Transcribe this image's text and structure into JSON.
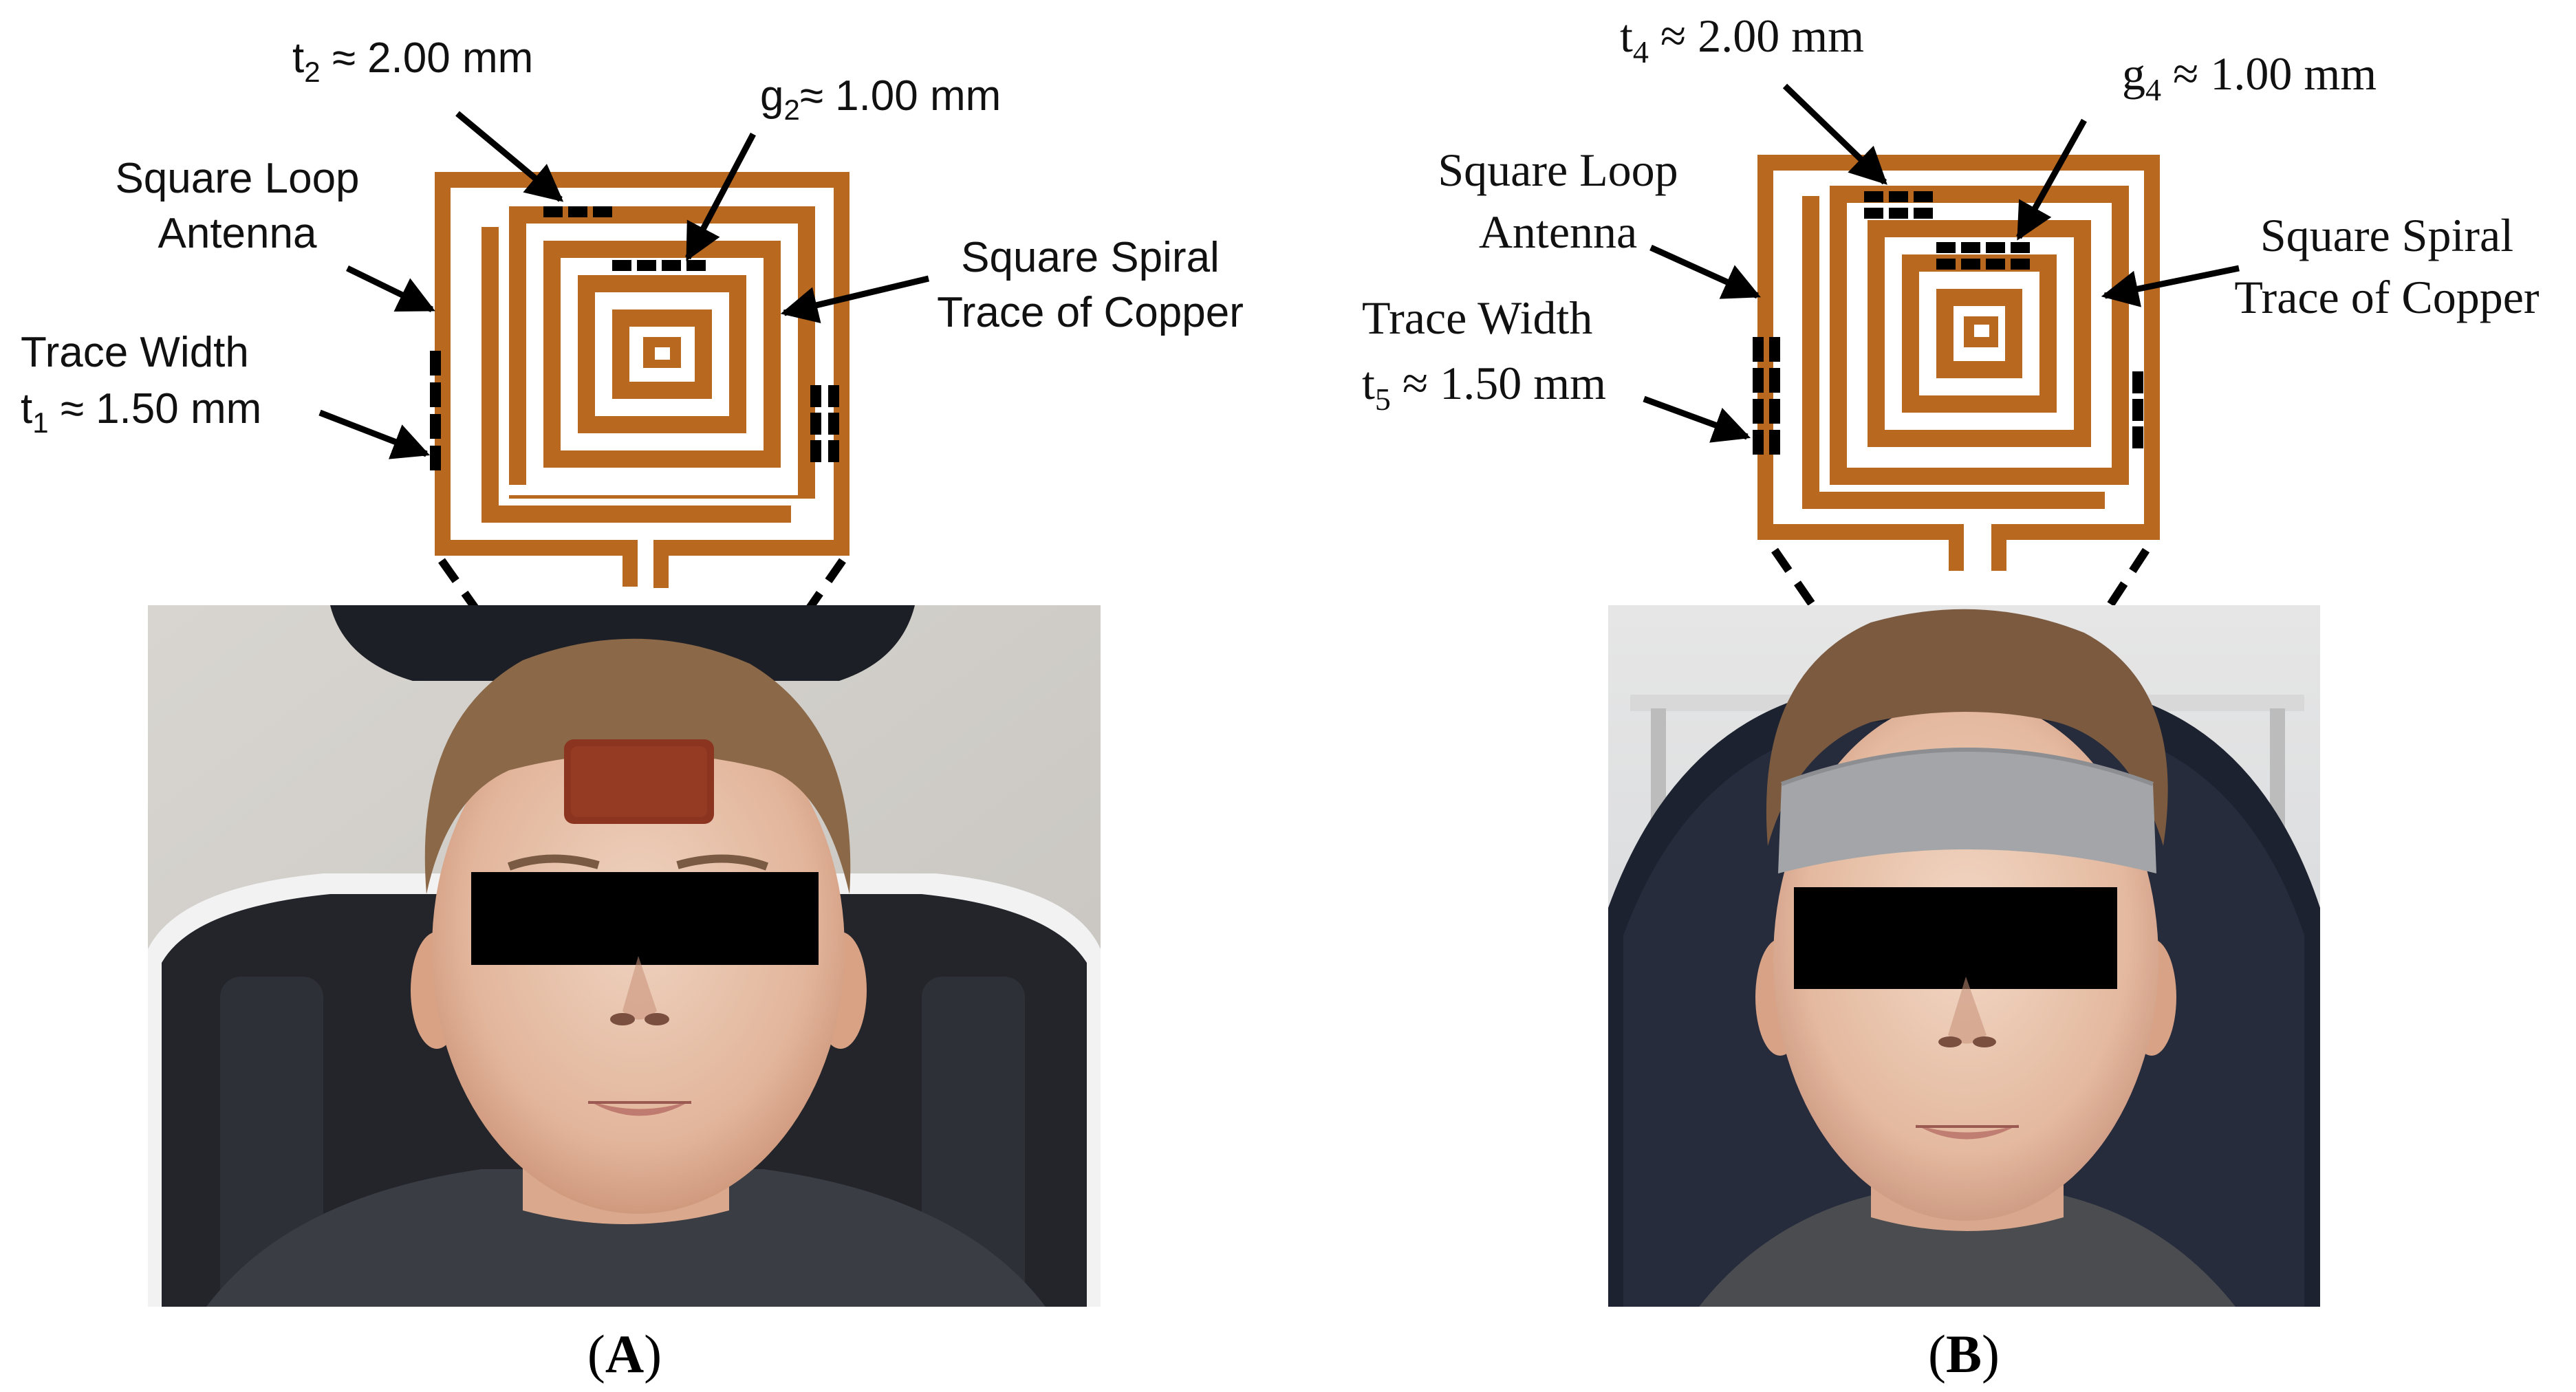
{
  "panel_a": {
    "caption": {
      "open": "(",
      "letter": "A",
      "close": ")"
    },
    "annotations": {
      "t2": {
        "sym": "t",
        "sub": "2",
        "val": " ≈ 2.00 mm"
      },
      "g2": {
        "sym": "g",
        "sub": "2",
        "val": "≈ 1.00 mm"
      },
      "loop_line1": "Square Loop",
      "loop_line2": "Antenna",
      "spiral_line1": "Square Spiral",
      "spiral_line2": "Trace of Copper",
      "trace_width": "Trace Width",
      "t1": {
        "sym": "t",
        "sub": "1",
        "val": " ≈ 1.50 mm"
      }
    }
  },
  "panel_b": {
    "caption": {
      "open": "(",
      "letter": "B",
      "close": ")"
    },
    "annotations": {
      "t4": {
        "sym": "t",
        "sub": "4",
        "val": " ≈ 2.00 mm"
      },
      "g4": {
        "sym": "g",
        "sub": "4",
        "val": " ≈ 1.00 mm"
      },
      "loop_line1": "Square Loop",
      "loop_line2": "Antenna",
      "spiral_line1": "Square Spiral",
      "spiral_line2": "Trace of Copper",
      "trace_width": "Trace Width",
      "t5": {
        "sym": "t",
        "sub": "5",
        "val": " ≈ 1.50 mm"
      }
    }
  },
  "colors": {
    "copper": "#b8691f",
    "blackout": "#000000",
    "headband": "#a3a5a8"
  }
}
